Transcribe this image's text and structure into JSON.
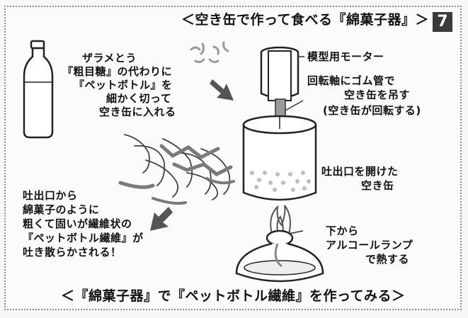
{
  "title": "＜空き缶で作って食べる『綿菓子器』＞",
  "panel_number": "7",
  "labels": {
    "zarame": [
      "ザラメとう",
      "『粗目糖』の代わりに",
      "『ペットボトル』を",
      "細かく切って",
      "空き缶に入れる"
    ],
    "motor": "模型用モーター",
    "shaft": [
      "回転軸にゴム管で",
      "空き缶を吊す",
      "(空き缶が回転する)"
    ],
    "outlet": [
      "吐出口を開けた",
      "空き缶"
    ],
    "fiber": [
      "吐出口から",
      "綿菓子のように",
      "粗くて固いが繊維状の",
      "『ペットボトル繊維』が",
      "吐き散らかされる！"
    ],
    "lamp": [
      "下から",
      "アルコールランプ",
      "で熱する"
    ]
  },
  "footer": "＜『綿菓子器』で『ペットボトル繊維』を作ってみる＞"
}
